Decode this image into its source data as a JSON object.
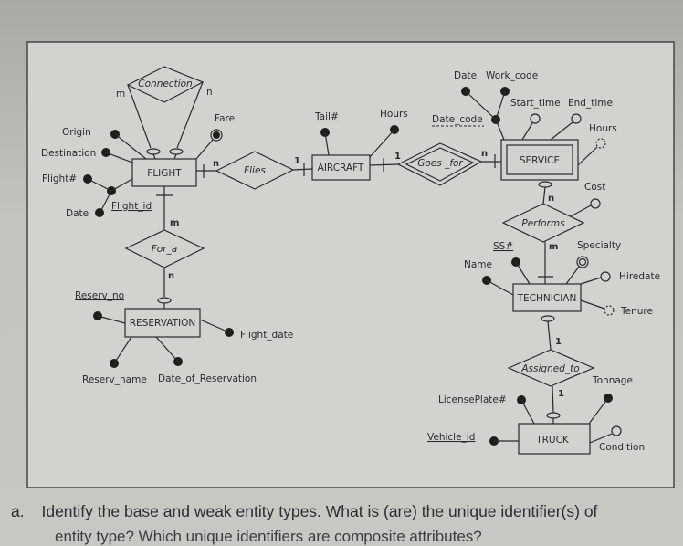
{
  "diagram": {
    "entities": {
      "flight": "FLIGHT",
      "aircraft": "AIRCRAFT",
      "service": "SERVICE",
      "technician": "TECHNICIAN",
      "truck": "TRUCK",
      "reservation": "RESERVATION"
    },
    "relationships": {
      "connection": "Connection",
      "flies": "Flies",
      "goes_for": "Goes _for",
      "performs": "Performs",
      "for_a": "For_a",
      "assigned_to": "Assigned_to"
    },
    "attributes": {
      "origin": "Origin",
      "destination": "Destination",
      "flight_no": "Flight#",
      "date": "Date",
      "flight_id": "Flight_id",
      "fare": "Fare",
      "tail_no": "Tail#",
      "aircraft_hours": "Hours",
      "service_date": "Date",
      "work_code": "Work_code",
      "date_code": "Date_code",
      "start_time": "Start_time",
      "end_time": "End_time",
      "service_hours": "Hours",
      "cost": "Cost",
      "ss_no": "SS#",
      "name": "Name",
      "specialty": "Specialty",
      "hiredate": "Hiredate",
      "tenure": "Tenure",
      "license_plate": "LicensePlate#",
      "tonnage": "Tonnage",
      "vehicle_id": "Vehicle_id",
      "condition": "Condition",
      "reserv_no": "Reserv_no",
      "flight_date": "Flight_date",
      "reserv_name": "Reserv_name",
      "date_of_reservation": "Date_of_Reservation"
    },
    "cardinalities": {
      "connection_left": "m",
      "connection_right": "n",
      "flies_flight": "n",
      "flies_aircraft": "1",
      "goes_for_aircraft": "1",
      "goes_for_service": "n",
      "performs_service": "n",
      "performs_technician": "m",
      "assigned_technician": "1",
      "assigned_truck": "1",
      "for_a_flight": "m",
      "for_a_reservation": "n"
    }
  },
  "question": {
    "label": "a.",
    "line1": "Identify the base and weak entity types. What is (are) the unique identifier(s) of",
    "line2": "entity type? Which unique identifiers are composite attributes?"
  }
}
